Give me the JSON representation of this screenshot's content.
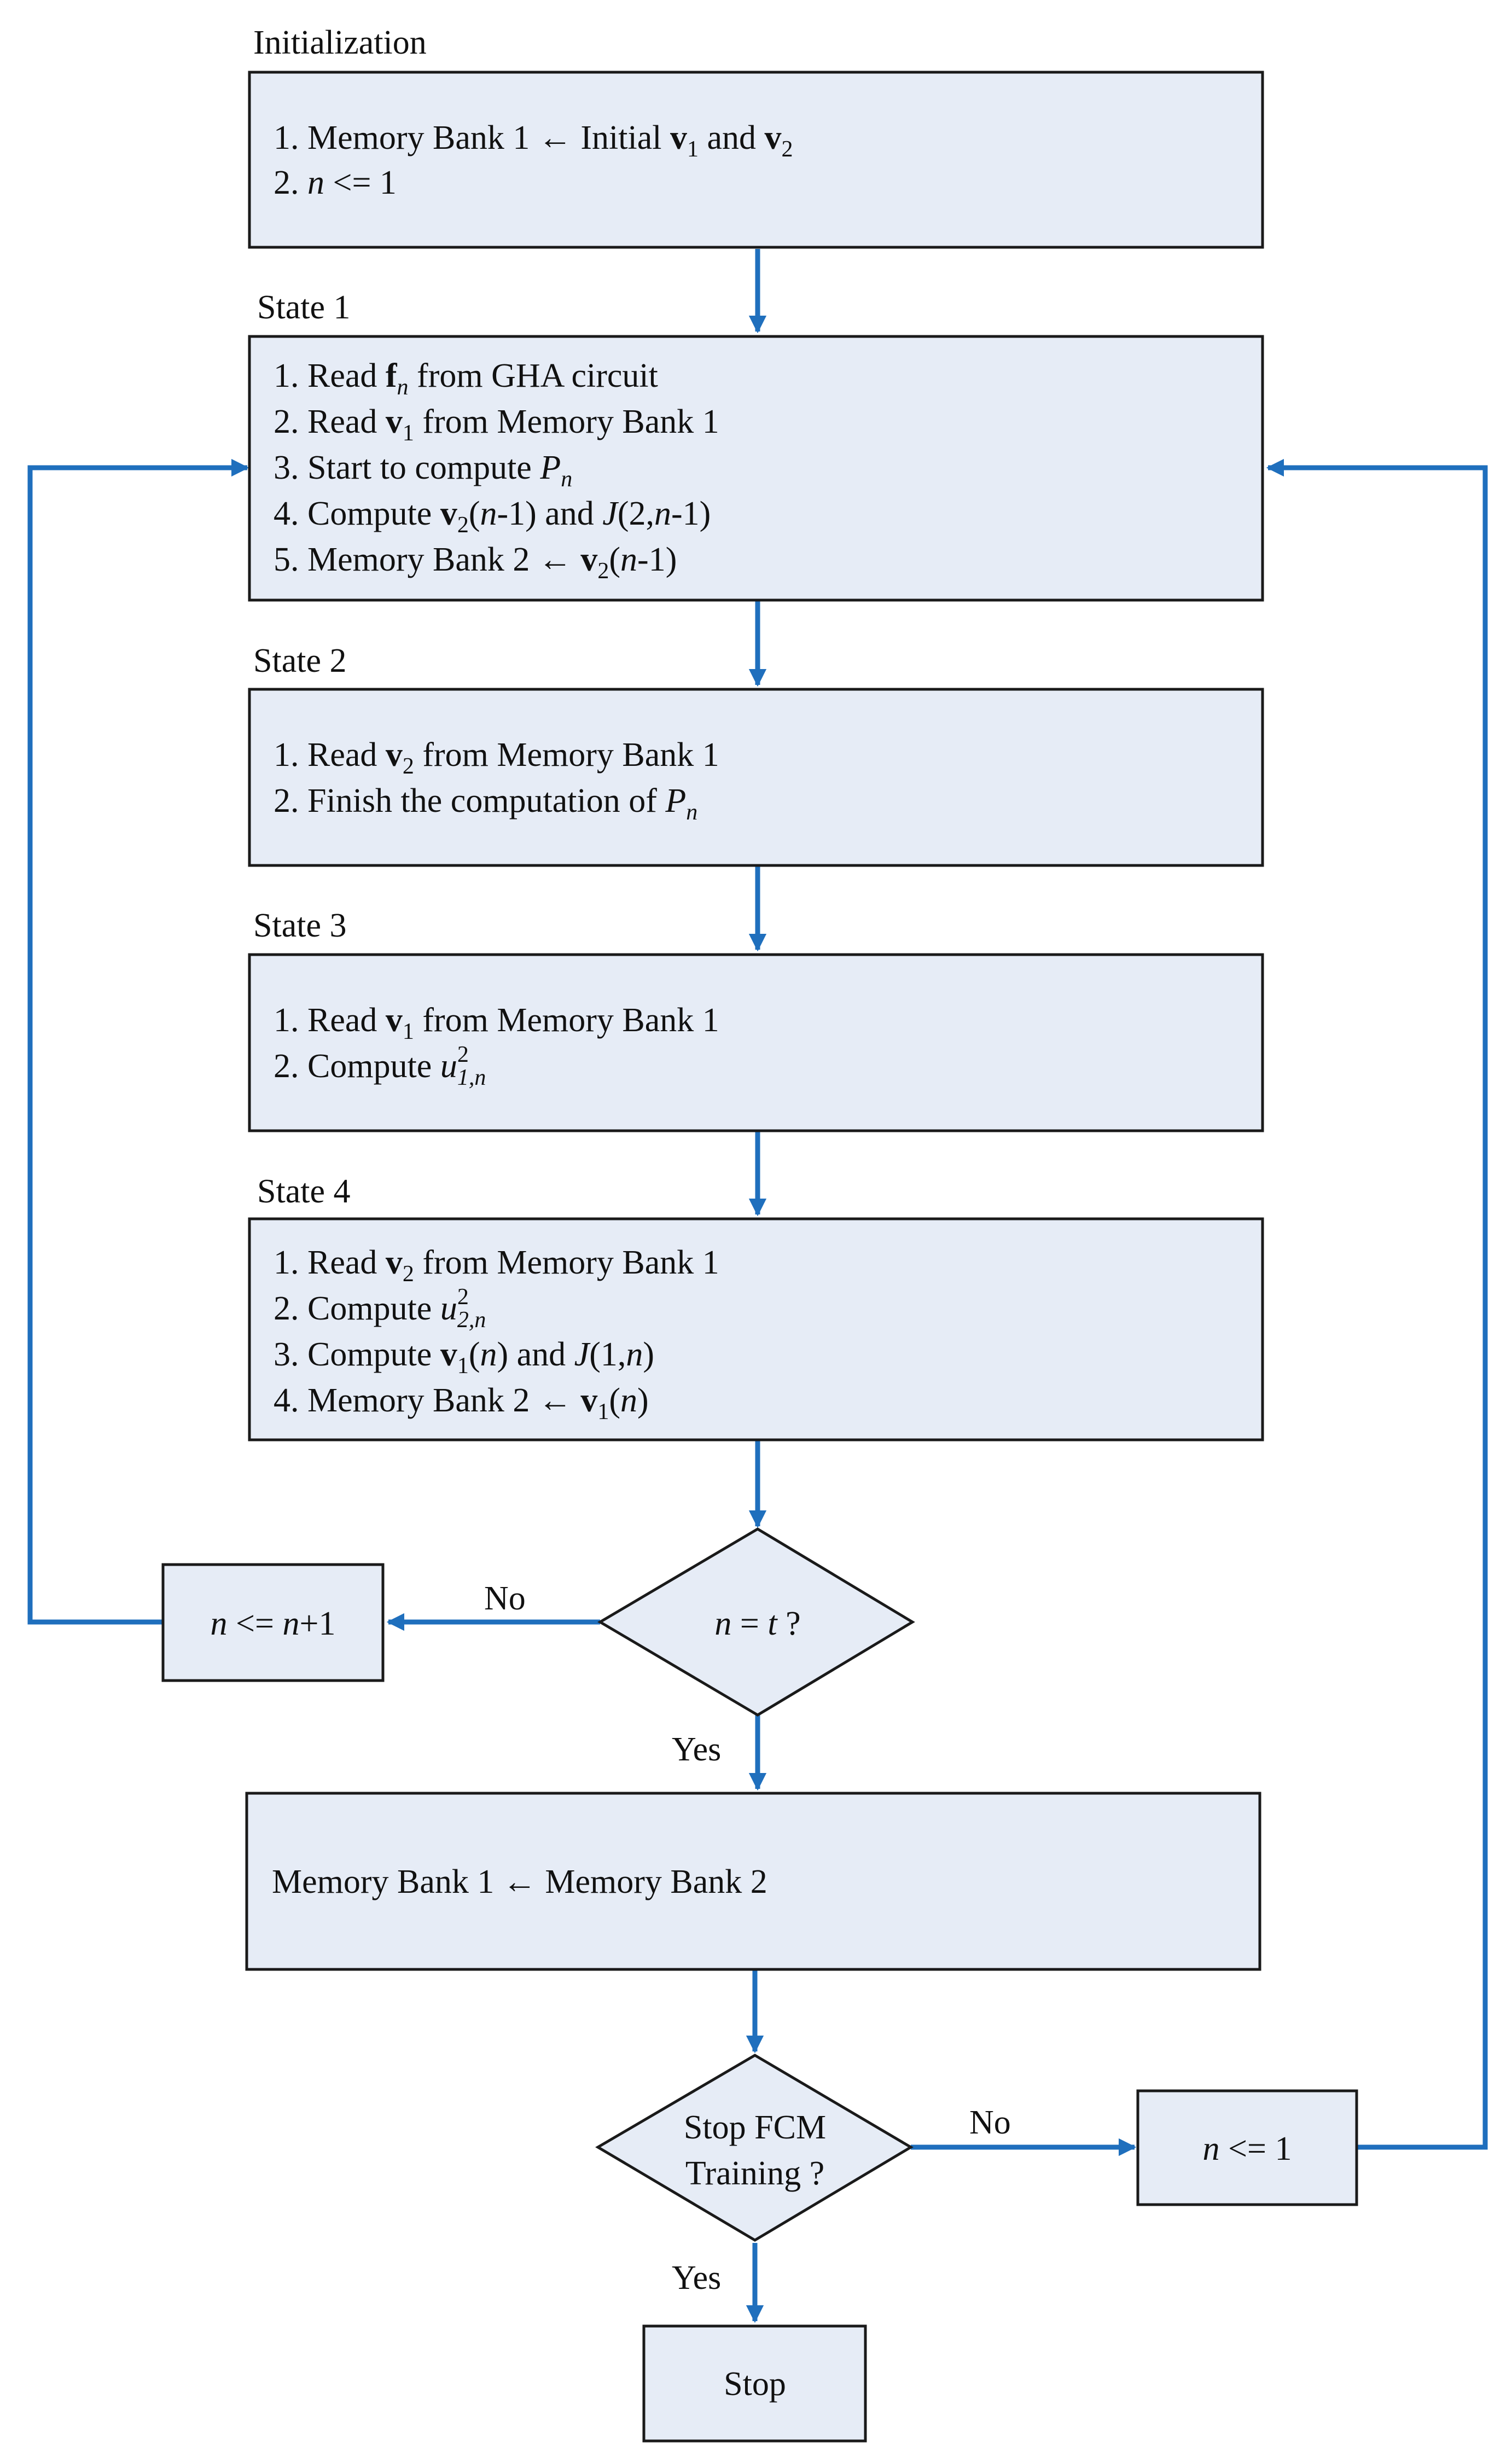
{
  "diagram": {
    "colors": {
      "box_fill": "#e6ecf6",
      "box_border": "#1a1a1a",
      "arrow": "#1f6fbd",
      "text": "#111111"
    },
    "sections": [
      {
        "id": "init",
        "title": "Initialization",
        "lines": [
          [
            {
              "t": "1. Memory Bank 1 ← Initial "
            },
            {
              "t": "v",
              "s": "b"
            },
            {
              "t": "1",
              "s": "sub"
            },
            {
              "t": " and "
            },
            {
              "t": "v",
              "s": "b"
            },
            {
              "t": "2",
              "s": "sub"
            }
          ],
          [
            {
              "t": "2. "
            },
            {
              "t": "n",
              "s": "i"
            },
            {
              "t": " <= 1"
            }
          ]
        ]
      },
      {
        "id": "state1",
        "title": "State 1",
        "lines": [
          [
            {
              "t": "1. Read "
            },
            {
              "t": "f",
              "s": "b"
            },
            {
              "t": "n",
              "s": "isub"
            },
            {
              "t": " from GHA circuit"
            }
          ],
          [
            {
              "t": "2. Read "
            },
            {
              "t": "v",
              "s": "b"
            },
            {
              "t": "1",
              "s": "sub"
            },
            {
              "t": " from Memory Bank 1"
            }
          ],
          [
            {
              "t": "3. Start to compute "
            },
            {
              "t": "P",
              "s": "i"
            },
            {
              "t": "n",
              "s": "isub"
            }
          ],
          [
            {
              "t": "4. Compute "
            },
            {
              "t": "v",
              "s": "b"
            },
            {
              "t": "2",
              "s": "sub"
            },
            {
              "t": "("
            },
            {
              "t": "n",
              "s": "i"
            },
            {
              "t": "-1) and "
            },
            {
              "t": "J",
              "s": "i"
            },
            {
              "t": "(2,"
            },
            {
              "t": "n",
              "s": "i"
            },
            {
              "t": "-1)"
            }
          ],
          [
            {
              "t": "5. Memory Bank 2 ← "
            },
            {
              "t": "v",
              "s": "b"
            },
            {
              "t": "2",
              "s": "sub"
            },
            {
              "t": "("
            },
            {
              "t": "n",
              "s": "i"
            },
            {
              "t": "-1)"
            }
          ]
        ]
      },
      {
        "id": "state2",
        "title": "State 2",
        "lines": [
          [
            {
              "t": "1. Read "
            },
            {
              "t": "v",
              "s": "b"
            },
            {
              "t": "2",
              "s": "sub"
            },
            {
              "t": " from Memory Bank 1"
            }
          ],
          [
            {
              "t": "2. Finish the computation of "
            },
            {
              "t": "P",
              "s": "i"
            },
            {
              "t": "n",
              "s": "isub"
            }
          ]
        ]
      },
      {
        "id": "state3",
        "title": "State 3",
        "lines": [
          [
            {
              "t": "1. Read "
            },
            {
              "t": "v",
              "s": "b"
            },
            {
              "t": "1",
              "s": "sub"
            },
            {
              "t": " from Memory Bank 1"
            }
          ],
          [
            {
              "t": "2. Compute "
            },
            {
              "t": "u",
              "s": "i"
            },
            {
              "t": "1,n",
              "s": "isub"
            },
            {
              "t": "2",
              "s": "sup"
            }
          ]
        ]
      },
      {
        "id": "state4",
        "title": "State 4",
        "lines": [
          [
            {
              "t": "1. Read "
            },
            {
              "t": "v",
              "s": "b"
            },
            {
              "t": "2",
              "s": "sub"
            },
            {
              "t": " from Memory Bank 1"
            }
          ],
          [
            {
              "t": "2. Compute "
            },
            {
              "t": "u",
              "s": "i"
            },
            {
              "t": "2,n",
              "s": "isub"
            },
            {
              "t": "2",
              "s": "sup"
            }
          ],
          [
            {
              "t": "3. Compute "
            },
            {
              "t": "v",
              "s": "b"
            },
            {
              "t": "1",
              "s": "sub"
            },
            {
              "t": "("
            },
            {
              "t": "n",
              "s": "i"
            },
            {
              "t": ") and "
            },
            {
              "t": "J",
              "s": "i"
            },
            {
              "t": "(1,"
            },
            {
              "t": "n",
              "s": "i"
            },
            {
              "t": ")"
            }
          ],
          [
            {
              "t": "4. Memory Bank 2 ← "
            },
            {
              "t": "v",
              "s": "b"
            },
            {
              "t": "1",
              "s": "sub"
            },
            {
              "t": "("
            },
            {
              "t": "n",
              "s": "i"
            },
            {
              "t": ")"
            }
          ]
        ]
      },
      {
        "id": "swap",
        "title": "",
        "lines": [
          [
            {
              "t": "Memory  Bank 1 ← Memory Bank 2"
            }
          ]
        ]
      }
    ],
    "decision_loop": {
      "lines": [
        [
          {
            "t": "n",
            "s": "i"
          },
          {
            "t": " = "
          },
          {
            "t": "t",
            "s": "i"
          },
          {
            "t": " ?"
          }
        ]
      ]
    },
    "decision_stop": {
      "lines": [
        [
          {
            "t": "Stop FCM"
          }
        ],
        [
          {
            "t": "Training ?"
          }
        ]
      ]
    },
    "increment": {
      "lines": [
        [
          {
            "t": "n",
            "s": "i"
          },
          {
            "t": " <= "
          },
          {
            "t": "n",
            "s": "i"
          },
          {
            "t": "+1"
          }
        ]
      ]
    },
    "reset": {
      "lines": [
        [
          {
            "t": "n",
            "s": "i"
          },
          {
            "t": " <= 1"
          }
        ]
      ]
    },
    "stop": {
      "lines": [
        [
          {
            "t": "Stop"
          }
        ]
      ]
    },
    "edge_labels": {
      "loop_no": "No",
      "loop_yes": "Yes",
      "stop_no": "No",
      "stop_yes": "Yes"
    }
  }
}
